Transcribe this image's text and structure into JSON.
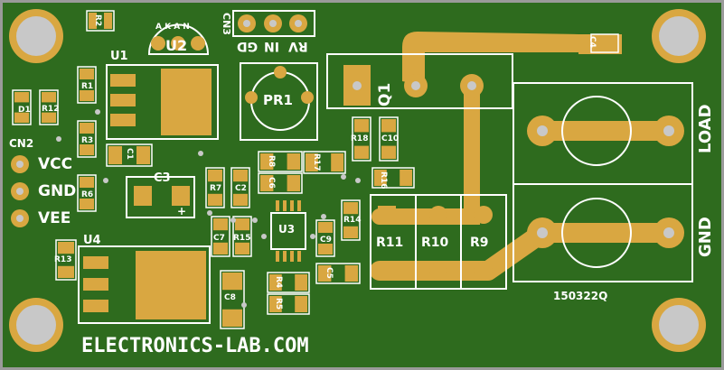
{
  "board": {
    "footer_text": "ELECTRONICS-LAB.COM",
    "code": "150322Q",
    "colors": {
      "pcb": "#2e6b1e",
      "pcb_edge": "#9a9a9a",
      "copper": "#d9a741",
      "silk": "#ffffff",
      "hole": "#c8c8c8"
    }
  },
  "connectors": {
    "cn2": {
      "ref": "CN2",
      "pins": [
        "VCC",
        "GND",
        "VEE"
      ]
    },
    "cn3": {
      "ref": "CN3",
      "pins": [
        "RV",
        "IN",
        "GD"
      ]
    },
    "load_label": "LOAD",
    "gnd_label": "GND"
  },
  "components": {
    "u1": "U1",
    "u2": "U2",
    "u3": "U3",
    "u4": "U4",
    "u2_pins": "A K A N",
    "q1": "Q1",
    "pr1": "PR1",
    "c1": "C1",
    "c2": "C2",
    "c3": "C3",
    "c4": "C4",
    "c5": "C5",
    "c6": "C6",
    "c7": "C7",
    "c8": "C8",
    "c9": "C9",
    "c10": "C10",
    "r1": "R1",
    "r2": "R2",
    "r3": "R3",
    "r4": "R4",
    "r5": "R5",
    "r6": "R6",
    "r7": "R7",
    "r8": "R8",
    "r9": "R9",
    "r10": "R10",
    "r11": "R11",
    "r12": "R12",
    "r13": "R13",
    "r14": "R14",
    "r15": "R15",
    "r16": "R16",
    "r17": "R17",
    "r18": "R18",
    "d1": "D1",
    "c3_polarity": "+"
  }
}
